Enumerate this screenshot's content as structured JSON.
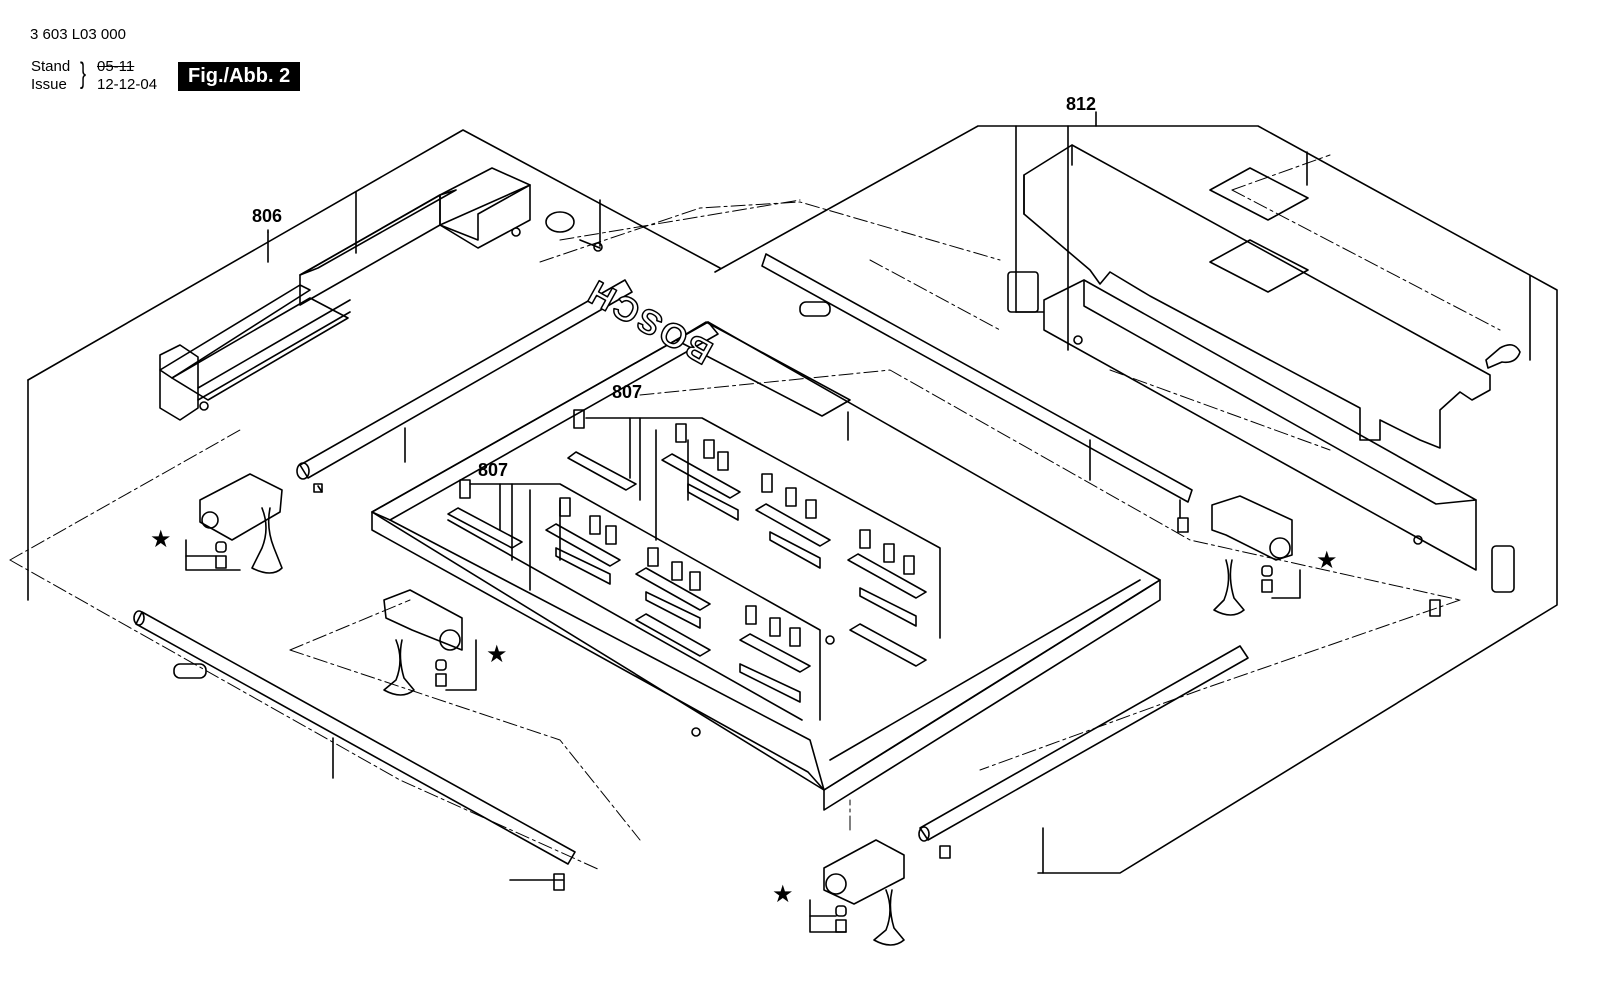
{
  "header": {
    "doc_number": "3 603 L03 000",
    "stand_label": "Stand",
    "issue_label": "Issue",
    "stand_date": "05-11",
    "issue_date": "12-12-04",
    "figure_badge": "Fig./Abb. 2"
  },
  "callouts": {
    "c806": "806",
    "c807a": "807",
    "c807b": "807",
    "c812": "812"
  },
  "brand_embossing": "BOSCH",
  "star_symbol": "★"
}
